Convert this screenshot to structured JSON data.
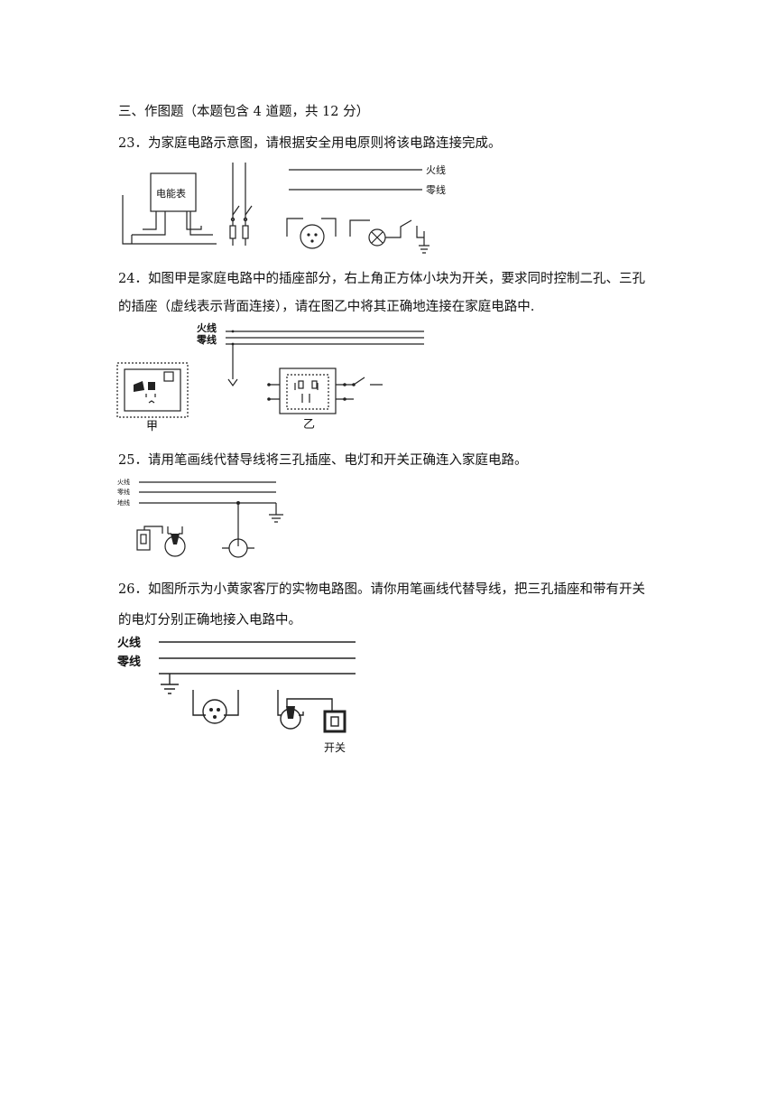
{
  "section": {
    "heading": "三、作图题（本题包含 4 道题，共 12 分）"
  },
  "q23": {
    "text": "23．为家庭电路示意图，请根据安全用电原则将该电路连接完成。",
    "meter_label": "电能表",
    "live_label": "火线",
    "neutral_label": "零线"
  },
  "q24": {
    "text_line1": "24．如图甲是家庭电路中的插座部分，右上角正方体小块为开关，要求同时控制二孔、三孔",
    "text_line2": "的插座（虚线表示背面连接），请在图乙中将其正确地连接在家庭电路中.",
    "live_label": "火线",
    "neutral_label": "零线",
    "fig_a_label": "甲",
    "fig_b_label": "乙"
  },
  "q25": {
    "text": "25．请用笔画线代替导线将三孔插座、电灯和开关正确连入家庭电路。",
    "live_label": "火线",
    "neutral_label": "零线",
    "ground_label": "地线"
  },
  "q26": {
    "text_line1": "26．如图所示为小黄家客厅的实物电路图。请你用笔画线代替导线，把三孔插座和带有开关",
    "text_line2": "的电灯分别正确地接入电路中。",
    "live_label": "火线",
    "neutral_label": "零线",
    "switch_label": "开关"
  }
}
